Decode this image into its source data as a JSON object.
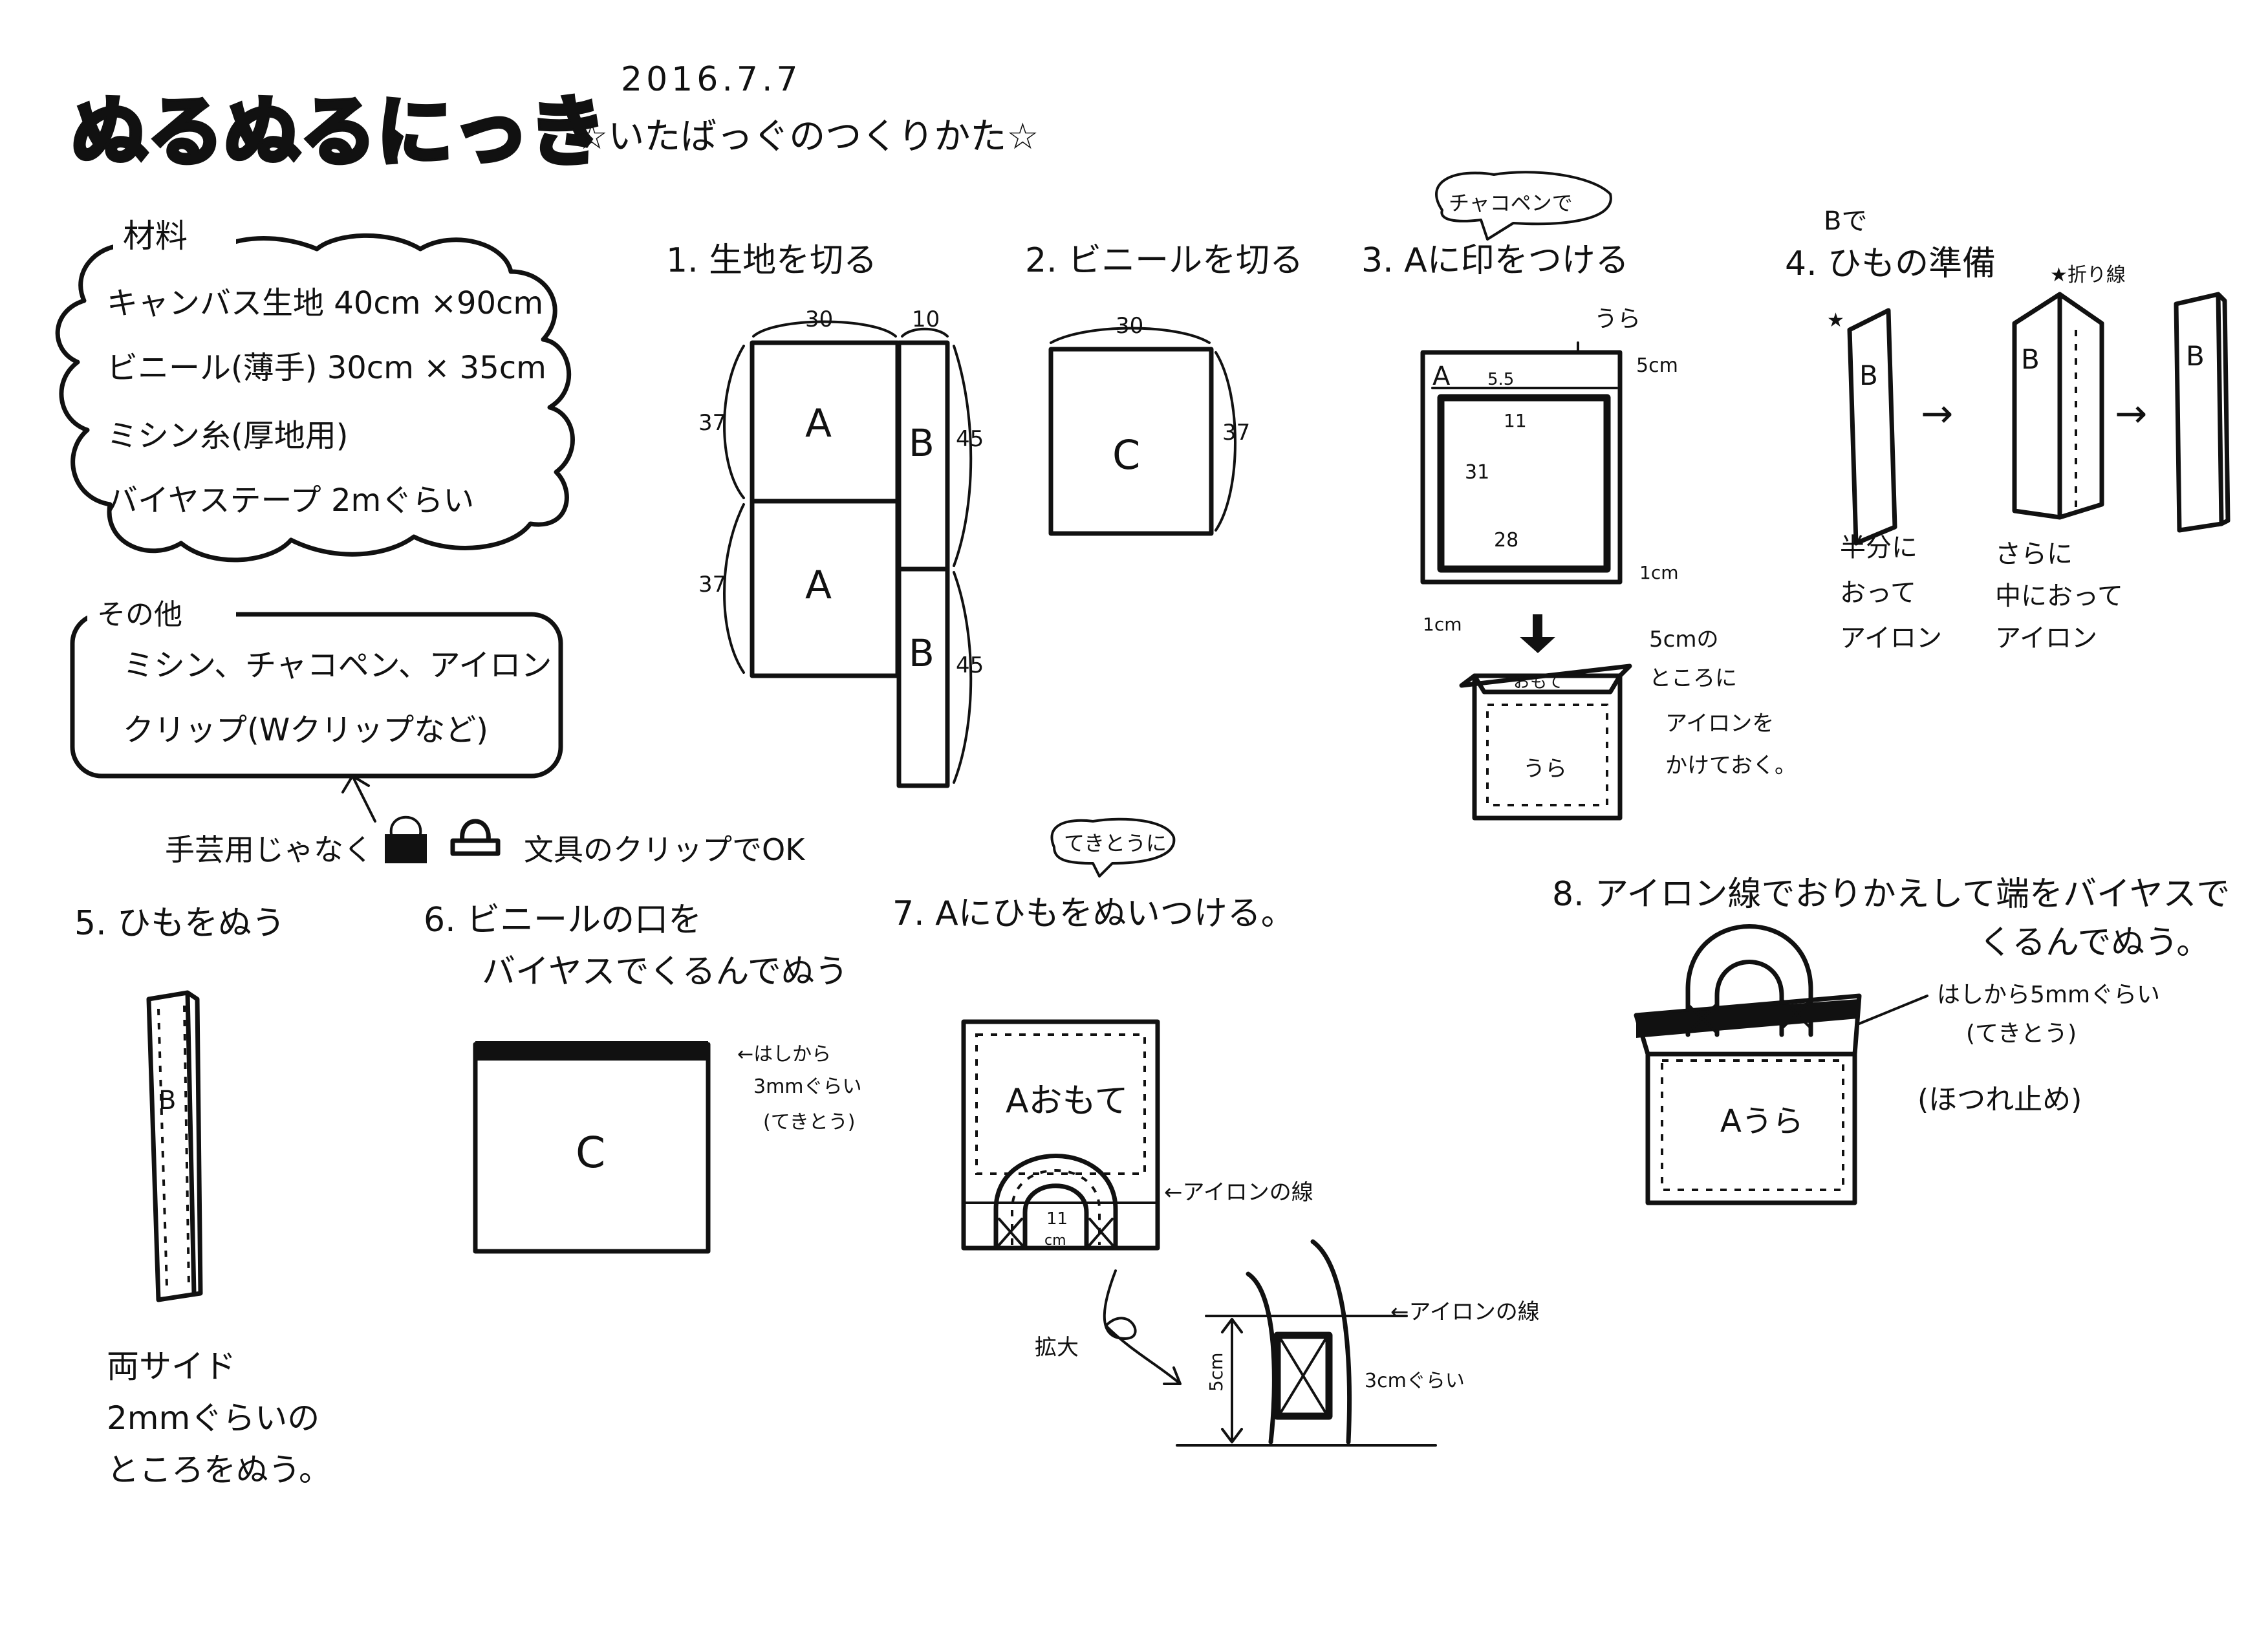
{
  "header": {
    "logo": "ぬるぬるにっき",
    "date": "2016.7.7",
    "subtitle": "☆いたばっぐのつくりかた☆"
  },
  "materials": {
    "heading": "材料",
    "items": [
      "キャンバス生地 40cm ×90cm",
      "ビニール(薄手) 30cm × 35cm",
      "ミシン糸(厚地用)",
      "バイヤステープ 2mぐらい"
    ]
  },
  "other": {
    "heading": "その他",
    "items": [
      "ミシン、チャコペン、アイロン",
      "クリップ(Wクリップなど)"
    ],
    "note": "手芸用じゃなく",
    "note_after": "文具のクリップでOK"
  },
  "steps": {
    "s1": {
      "title": "1. 生地を切る",
      "d_30": "30",
      "d_10": "10",
      "d_37a": "37",
      "d_37b": "37",
      "d_45a": "45",
      "d_45b": "45",
      "label_a": "A",
      "label_b": "B"
    },
    "s2": {
      "title": "2. ビニールを切る",
      "d_30": "30",
      "d_37": "37",
      "label_c": "C"
    },
    "s3": {
      "title": "3. Aに印をつける",
      "bubble": "チャコペンで",
      "ura": "うら",
      "d_5cm": "5cm",
      "d_55": "5.5",
      "d_11": "11",
      "d_31": "31",
      "d_28": "28",
      "d_1cm_r": "1cm",
      "d_1cm_b": "1cm",
      "label_a": "A",
      "omote": "おもて",
      "ura2": "うら",
      "note_line1": "5cmの",
      "note_line2": "ところに",
      "note_line3": "アイロンを",
      "note_line4": "かけておく。"
    },
    "s4": {
      "title_pre": "Bで",
      "title": "4. ひもの準備",
      "star": "★",
      "fold_label": "★折り線",
      "label_b": "B",
      "cap1_l1": "半分に",
      "cap1_l2": "おって",
      "cap1_l3": "アイロン",
      "cap2_l1": "さらに",
      "cap2_l2": "中におって",
      "cap2_l3": "アイロン",
      "arrow": "→"
    },
    "s5": {
      "title": "5. ひもをぬう",
      "label_b": "B",
      "note_l1": "両サイド",
      "note_l2": "2mmぐらいの",
      "note_l3": "ところをぬう。"
    },
    "s6": {
      "title_l1": "6. ビニールの口を",
      "title_l2": "バイヤスでくるんでぬう",
      "label_c": "C",
      "note_l1": "←はしから",
      "note_l2": "3mmぐらい",
      "note_l3": "(てきとう)"
    },
    "s7": {
      "title": "7. Aにひもをぬいつける。",
      "bubble": "てきとうに",
      "label_a": "Aおもて",
      "iron_line": "←アイロンの線",
      "d_11": "11",
      "d_cm": "cm",
      "zoom": "拡大",
      "d_5cm": "5cm",
      "d_3cm": "3cmぐらい",
      "iron_line2": "←アイロンの線"
    },
    "s8": {
      "title_l1": "8. アイロン線でおりかえして端をバイヤスで",
      "title_l2": "くるんでぬう。",
      "note_l1": "はしから5mmぐらい",
      "note_l2": "(てきとう)",
      "note_l3": "(ほつれ止め)",
      "label_a": "Aうら"
    }
  }
}
